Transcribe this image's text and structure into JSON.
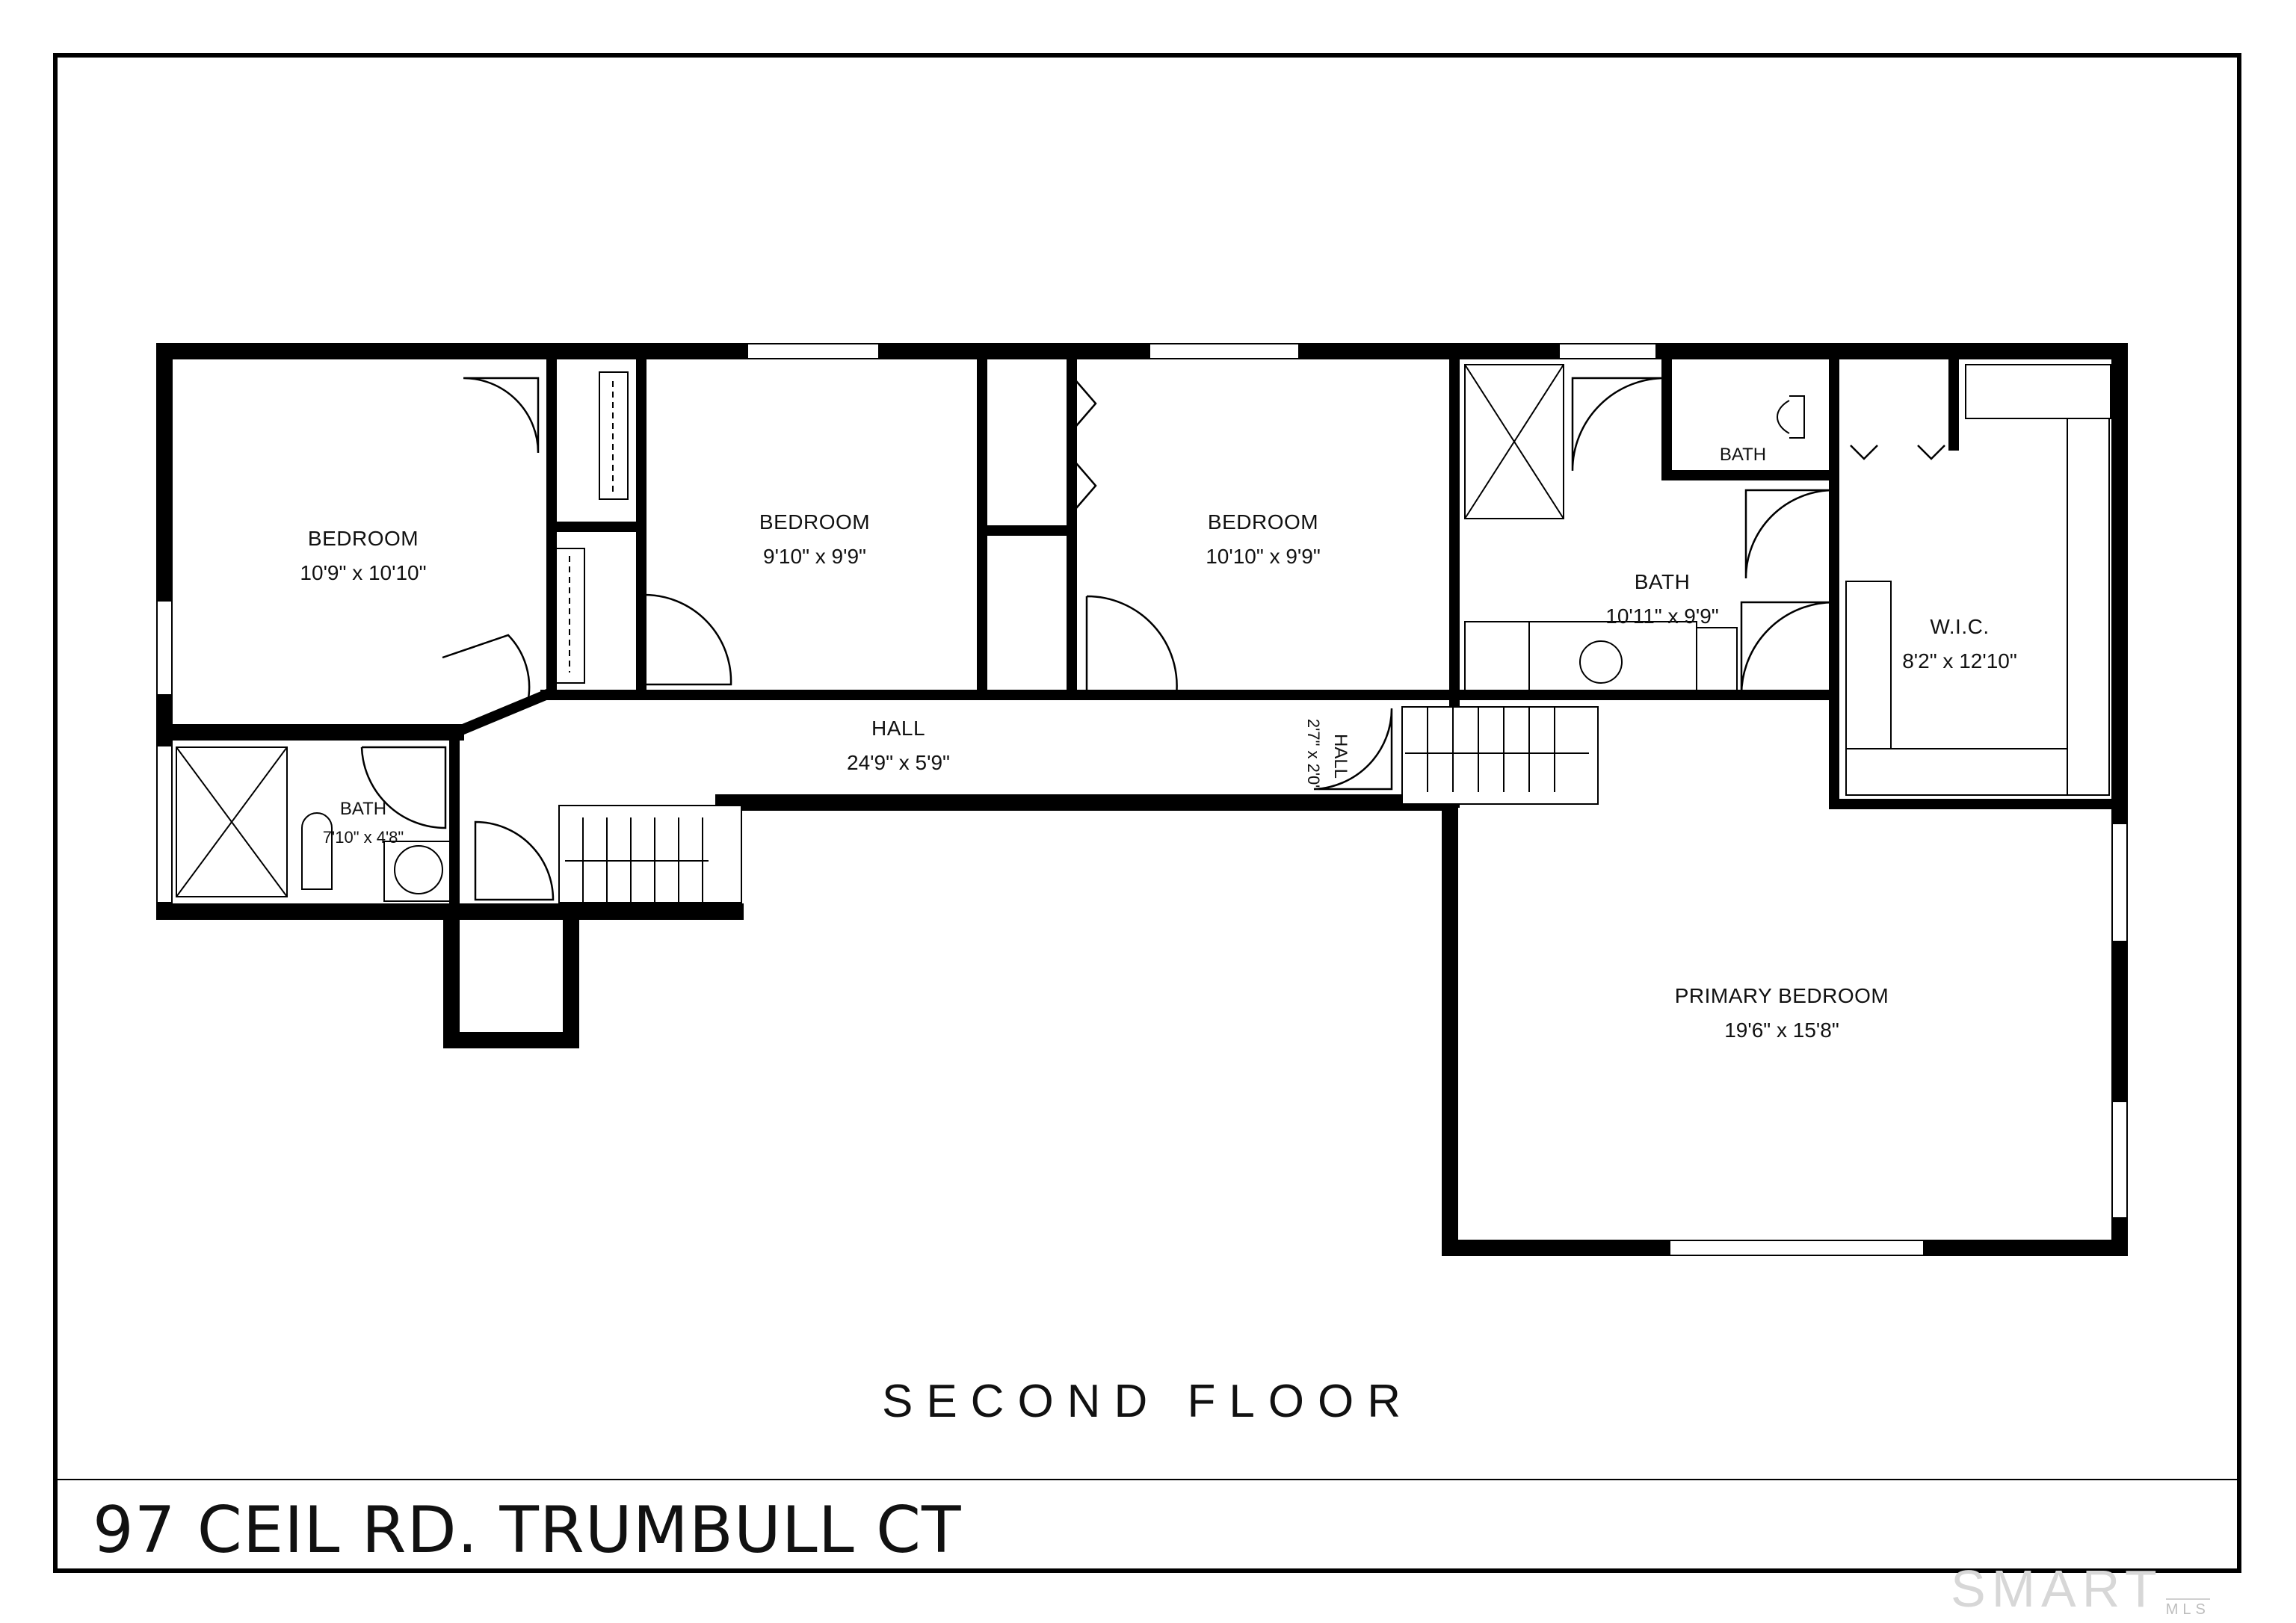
{
  "floor_label": "SECOND FLOOR",
  "address": "97 CEIL RD. TRUMBULL CT",
  "watermark": {
    "main": "SMART",
    "sub": "MLS"
  },
  "rooms": {
    "bedroom_1": {
      "name": "BEDROOM",
      "dims": "10'9\" x 10'10\""
    },
    "bedroom_2": {
      "name": "BEDROOM",
      "dims": "9'10\" x 9'9\""
    },
    "bedroom_3": {
      "name": "BEDROOM",
      "dims": "10'10\" x 9'9\""
    },
    "bath_main": {
      "name": "BATH",
      "dims": "10'11\" x 9'9\""
    },
    "bath_small": {
      "name": "BATH"
    },
    "wic": {
      "name": "W.I.C.",
      "dims": "8'2\" x 12'10\""
    },
    "hall": {
      "name": "HALL",
      "dims": "24'9\" x 5'9\""
    },
    "hall_small": {
      "name": "HALL",
      "dims": "2'7\" x 2'0\""
    },
    "bath_left": {
      "name": "BATH",
      "dims": "7'10\" x 4'8\""
    },
    "primary": {
      "name": "PRIMARY BEDROOM",
      "dims": "19'6\" x 15'8\""
    }
  },
  "colors": {
    "wall": "#000000",
    "line": "#222222",
    "watermark": "#d7d7d7"
  }
}
